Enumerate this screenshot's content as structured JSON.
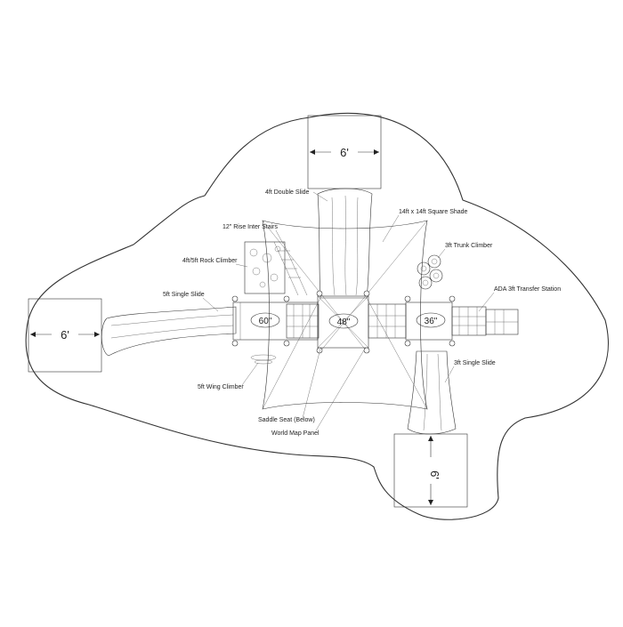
{
  "diagram": {
    "zone_labels": {
      "top": "6'",
      "left": "6'",
      "bottom": "6'"
    },
    "decks": [
      "60\"",
      "48\"",
      "36\""
    ],
    "callouts": {
      "double_slide": "4ft Double Slide",
      "shade": "14ft x 14ft Square Shade",
      "stairs": "12\" Rise Inter Stairs",
      "trunk_climber": "3ft Trunk Climber",
      "rock_climber": "4ft/5ft Rock Climber",
      "single_slide_5": "5ft Single Slide",
      "transfer_station": "ADA 3ft Transfer Station",
      "single_slide_3": "3ft Single Slide",
      "wing_climber": "5ft Wing Climber",
      "saddle_seat": "Saddle Seat (Below)",
      "world_map": "World Map Panel"
    }
  }
}
